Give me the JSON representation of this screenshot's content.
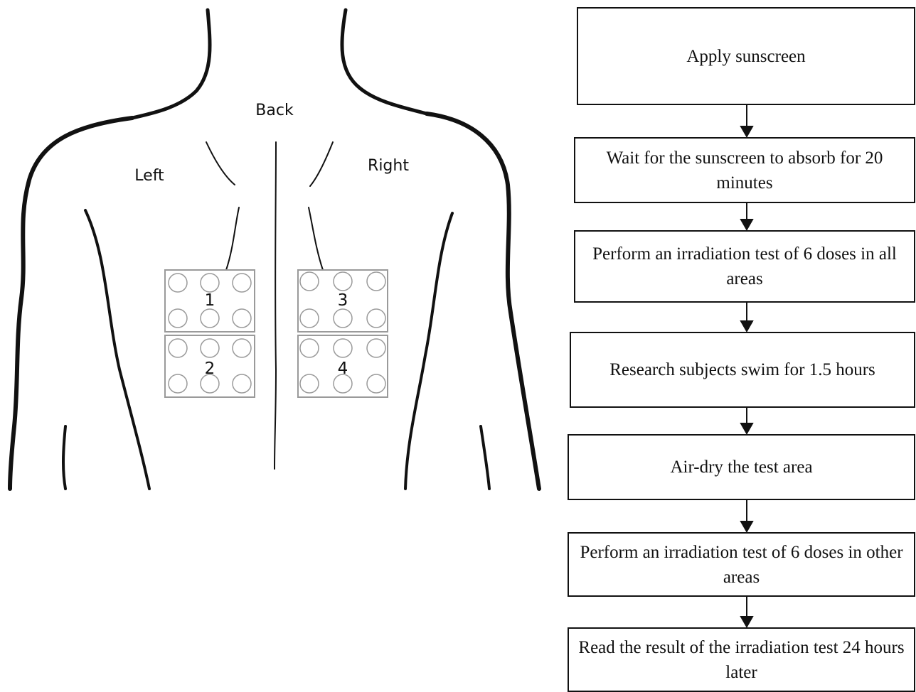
{
  "diagram": {
    "labels": {
      "back": "Back",
      "left": "Left",
      "right": "Right"
    },
    "areas": [
      {
        "id": "1",
        "spots": 6
      },
      {
        "id": "2",
        "spots": 6
      },
      {
        "id": "3",
        "spots": 6
      },
      {
        "id": "4",
        "spots": 6
      }
    ],
    "steps": [
      "Apply sunscreen",
      "Wait for the sunscreen to absorb for 20 minutes",
      "Perform an irradiation test of 6 doses in all areas",
      "Research subjects swim for 1.5 hours",
      "Air-dry the test area",
      "Perform an irradiation test of 6 doses in other areas",
      "Read the result of the irradiation test 24 hours later"
    ]
  }
}
